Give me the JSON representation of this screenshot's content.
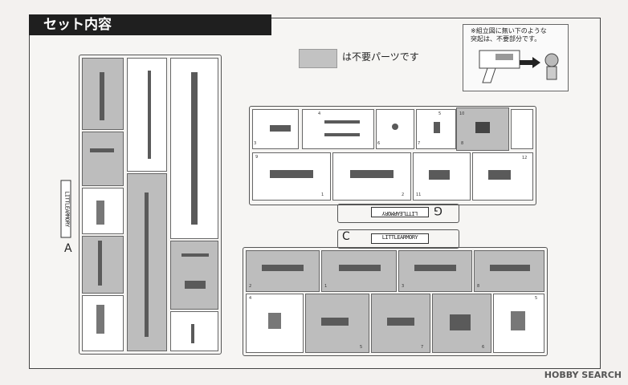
{
  "header": {
    "title": "セット内容"
  },
  "legend": {
    "text": "は不要パーツです"
  },
  "note": {
    "lines": [
      "※組立図に無い下のような",
      "突起は、不要部分です。"
    ]
  },
  "sprues": {
    "a": {
      "label": "A",
      "tag": "LITTLEARMORY"
    },
    "g": {
      "label": "G",
      "tag": "LITTLEARMORY"
    },
    "c": {
      "label": "C",
      "tag": "LITTLEARMORY"
    }
  },
  "part_numbers": {
    "g": [
      "3",
      "4",
      "5",
      "6",
      "7",
      "8",
      "9",
      "10",
      "11",
      "12",
      "1",
      "2"
    ],
    "c": [
      "2",
      "1",
      "3",
      "8",
      "4",
      "5",
      "7",
      "6",
      "5"
    ]
  },
  "watermark": {
    "text": "HOBBY SEARCH"
  },
  "colors": {
    "unneeded": "#bdbdbd",
    "title_bg": "#1f1f1f"
  }
}
